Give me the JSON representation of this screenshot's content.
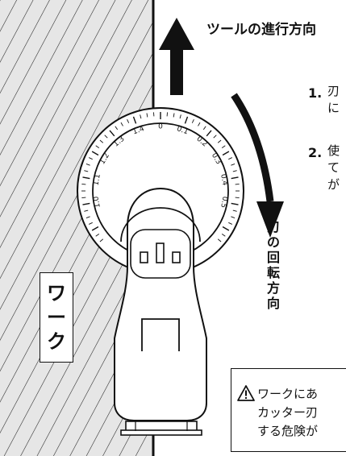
{
  "arrows": {
    "travel_label": "ツールの進行方向",
    "rotation_label": "刃の回転方向"
  },
  "workpiece": {
    "label": "ワーク"
  },
  "dial": {
    "scale_labels": [
      "1.4",
      "0",
      "0.1",
      "0.2",
      "0.3",
      "0.4",
      "0.5",
      "1.3",
      "1.2",
      "1.1",
      "1.0"
    ]
  },
  "steps": [
    {
      "number": "1.",
      "lines": [
        "刃",
        "に"
      ]
    },
    {
      "number": "2.",
      "lines": [
        "使",
        "て",
        "が"
      ]
    }
  ],
  "warning": {
    "icon": "warning-triangle-icon",
    "lines": [
      "ワークにあ",
      "カッター刃",
      "する危険が"
    ]
  }
}
